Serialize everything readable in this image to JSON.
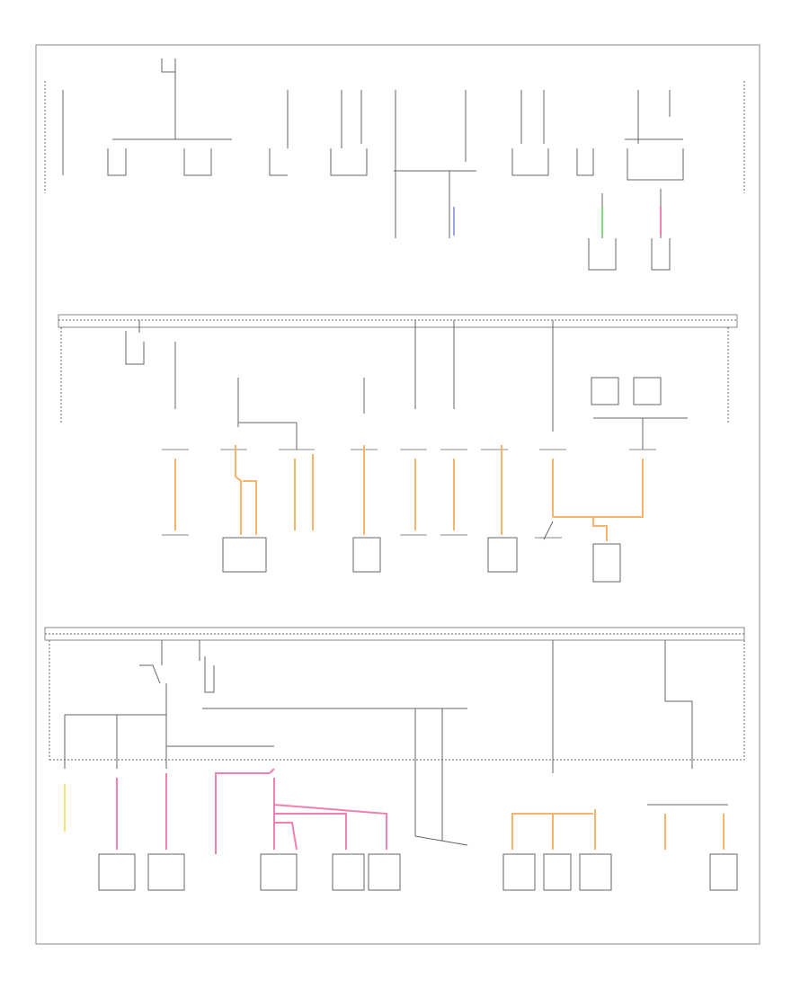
{
  "diagram": {
    "footer_code": "",
    "colors": {
      "wire": "#666666",
      "frame": "#888888",
      "orange": "#f7b36b",
      "pink": "#f27fb0",
      "yellow": "#f4e47a",
      "green": "#7fdc7f",
      "blue": "#9aa7ee",
      "lightpink": "#f7b0c8"
    },
    "sections": [
      "top-fuse-block",
      "middle-fuse-block",
      "bottom-fuse-block"
    ]
  }
}
